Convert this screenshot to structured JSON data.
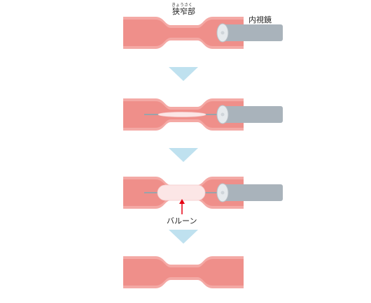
{
  "labels": {
    "stenosis_ruby": "きょうさく",
    "stenosis": "狭窄部",
    "endoscope": "内視鏡",
    "balloon": "バルーン"
  },
  "steps": [
    {
      "name": "step-1-stenosis",
      "endoscope": true,
      "wire": false,
      "balloon": "none"
    },
    {
      "name": "step-2-insertion",
      "endoscope": true,
      "wire": true,
      "balloon": "deflated"
    },
    {
      "name": "step-3-dilation",
      "endoscope": true,
      "wire": true,
      "balloon": "inflated"
    },
    {
      "name": "step-4-result",
      "endoscope": false,
      "wire": false,
      "balloon": "none"
    }
  ],
  "colors": {
    "lumen_outer": "#f4a9a5",
    "lumen_inner": "#ef8f8a",
    "endoscope_body": "#a9b3bb",
    "endoscope_tip": "#e6eaed",
    "balloon": "#fce6e6",
    "arrow_down": "#bfe1ef",
    "pointer": "#e60012"
  }
}
